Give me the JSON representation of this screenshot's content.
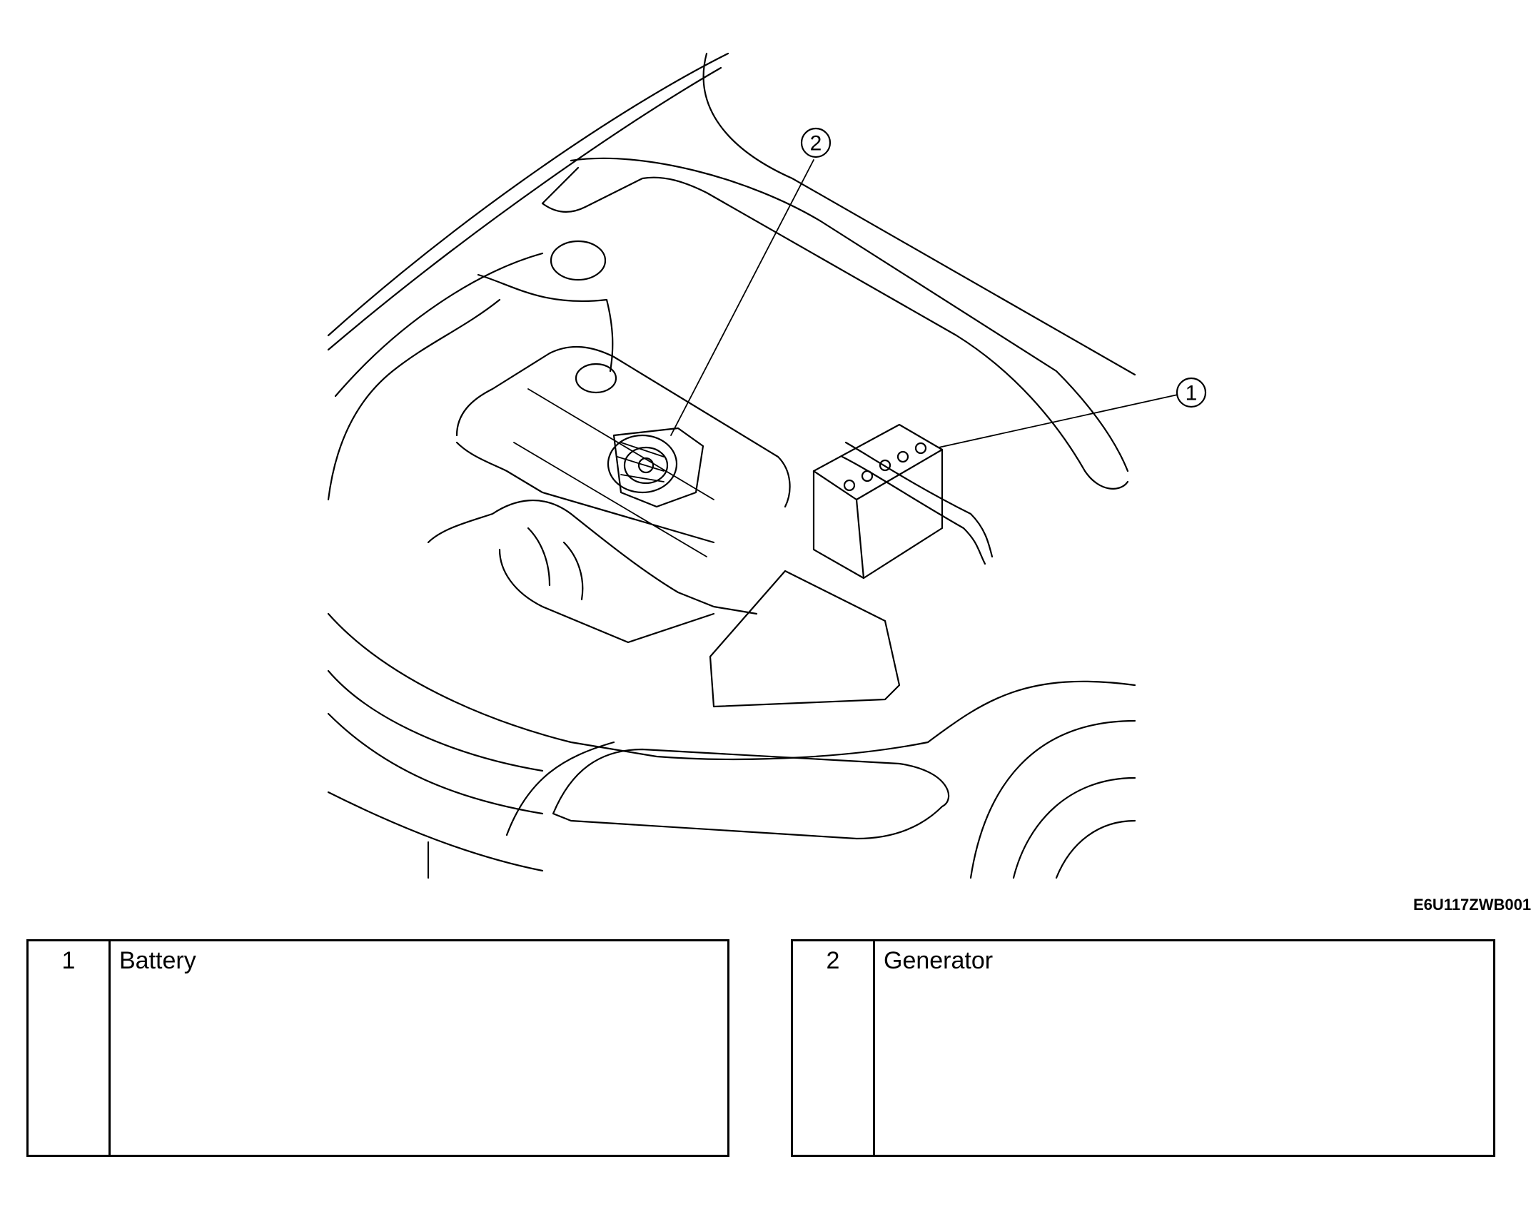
{
  "figure": {
    "code": "E6U117ZWB001",
    "callouts": [
      {
        "number": "1",
        "part": "Battery"
      },
      {
        "number": "2",
        "part": "Generator"
      }
    ]
  },
  "legend": [
    {
      "number": "1",
      "label": "Battery"
    },
    {
      "number": "2",
      "label": "Generator"
    }
  ]
}
